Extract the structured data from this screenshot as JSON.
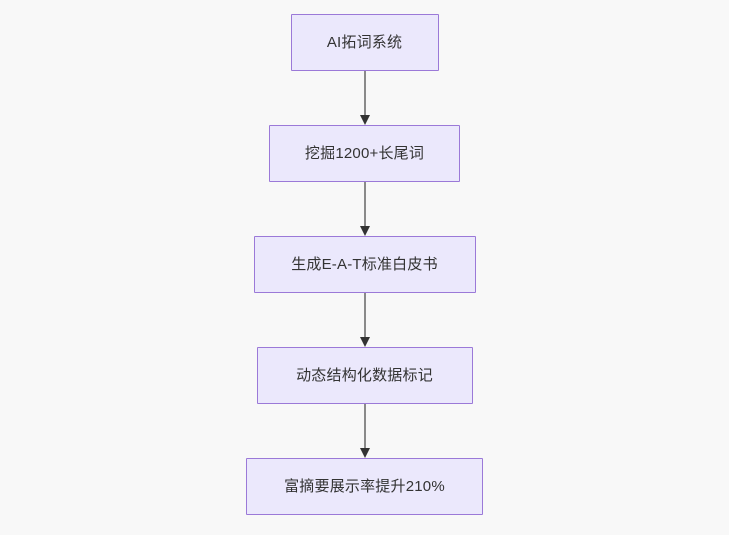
{
  "diagram": {
    "type": "flowchart",
    "orientation": "top-to-bottom",
    "background_color": "#f8f8f8",
    "node_fill_color": "#ebe8fc",
    "node_border_color": "#9b79d8",
    "node_text_color": "#333333",
    "connector_line_color": "#8a8a8a",
    "connector_arrow_color": "#333333",
    "nodes": [
      {
        "id": "n1",
        "label": "AI拓词系统"
      },
      {
        "id": "n2",
        "label": "挖掘1200+长尾词"
      },
      {
        "id": "n3",
        "label": "生成E-A-T标准白皮书"
      },
      {
        "id": "n4",
        "label": "动态结构化数据标记"
      },
      {
        "id": "n5",
        "label": "富摘要展示率提升210%"
      }
    ],
    "edges": [
      {
        "from": "n1",
        "to": "n2",
        "arrow": "arrow-down-icon"
      },
      {
        "from": "n2",
        "to": "n3",
        "arrow": "arrow-down-icon"
      },
      {
        "from": "n3",
        "to": "n4",
        "arrow": "arrow-down-icon"
      },
      {
        "from": "n4",
        "to": "n5",
        "arrow": "arrow-down-icon"
      }
    ]
  }
}
